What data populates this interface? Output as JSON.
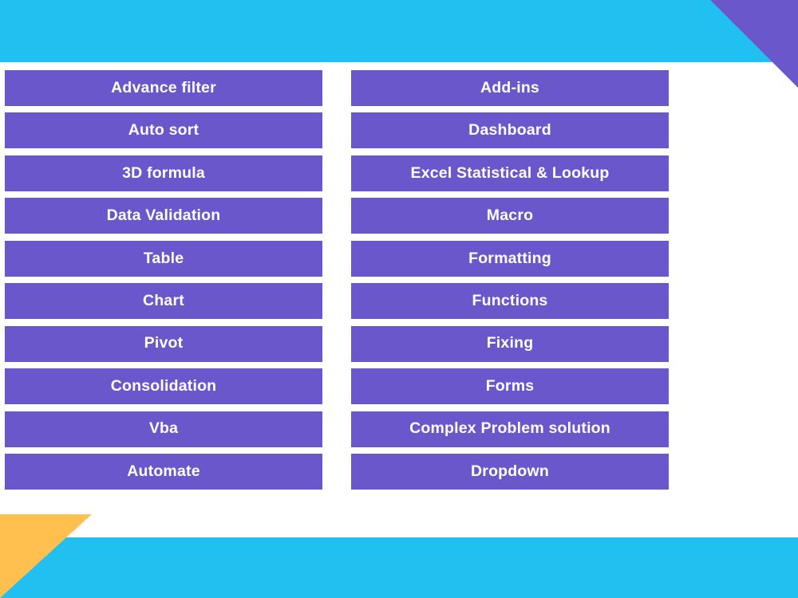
{
  "slide": {
    "background_color": "#ffffff",
    "accent_purple": "#6b57cc",
    "accent_cyan": "#22c0f0",
    "accent_orange": "#ffc04d",
    "text_color": "#ffffff"
  },
  "decor": {
    "top_band_name": "top cyan band",
    "top_right_triangle_name": "purple corner triangle",
    "bottom_band_name": "bottom cyan band",
    "bottom_left_triangle_name": "orange corner triangle"
  },
  "columns": [
    {
      "id": "left",
      "items": [
        {
          "label": "Advance filter"
        },
        {
          "label": "Auto sort"
        },
        {
          "label": "3D formula"
        },
        {
          "label": "Data Validation"
        },
        {
          "label": "Table"
        },
        {
          "label": "Chart"
        },
        {
          "label": "Pivot"
        },
        {
          "label": "Consolidation"
        },
        {
          "label": "Vba"
        },
        {
          "label": "Automate"
        }
      ]
    },
    {
      "id": "right",
      "items": [
        {
          "label": "Add-ins"
        },
        {
          "label": "Dashboard"
        },
        {
          "label": "Excel Statistical & Lookup"
        },
        {
          "label": "Macro"
        },
        {
          "label": "Formatting"
        },
        {
          "label": "Functions"
        },
        {
          "label": "Fixing"
        },
        {
          "label": "Forms"
        },
        {
          "label": "Complex Problem solution"
        },
        {
          "label": "Dropdown"
        }
      ]
    }
  ]
}
